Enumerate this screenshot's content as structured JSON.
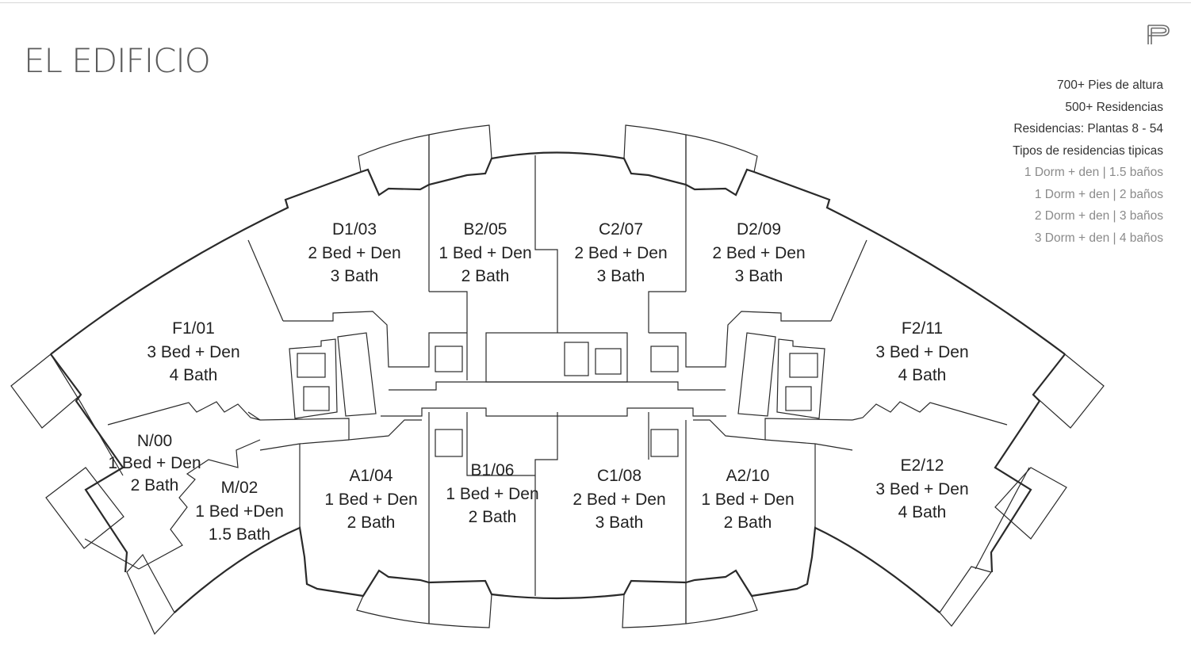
{
  "title": "EL EDIFICIO",
  "logo_icon": "p-monogram-icon",
  "building_info": {
    "stats": [
      "700+ Pies de altura",
      "500+ Residencias",
      "Residencias: Plantas 8 - 54",
      "Tipos de residencias tipicas"
    ],
    "types": [
      "1 Dorm + den | 1.5 baños",
      "1 Dorm + den | 2 baños",
      "2 Dorm + den | 3 baños",
      "3 Dorm + den | 4 baños"
    ]
  },
  "units": [
    {
      "name": "D1/03",
      "beds": "2 Bed + Den",
      "baths": "3 Bath"
    },
    {
      "name": "B2/05",
      "beds": "1 Bed + Den",
      "baths": "2 Bath"
    },
    {
      "name": "C2/07",
      "beds": "2 Bed + Den",
      "baths": "3 Bath"
    },
    {
      "name": "D2/09",
      "beds": "2 Bed + Den",
      "baths": "3 Bath"
    },
    {
      "name": "F1/01",
      "beds": "3 Bed + Den",
      "baths": "4 Bath"
    },
    {
      "name": "F2/11",
      "beds": "3 Bed + Den",
      "baths": "4 Bath"
    },
    {
      "name": "N/00",
      "beds": "1 Bed + Den",
      "baths": "2 Bath"
    },
    {
      "name": "M/02",
      "beds": "1 Bed +Den",
      "baths": "1.5 Bath"
    },
    {
      "name": "A1/04",
      "beds": "1 Bed + Den",
      "baths": "2 Bath"
    },
    {
      "name": "B1/06",
      "beds": "1 Bed + Den",
      "baths": "2 Bath"
    },
    {
      "name": "C1/08",
      "beds": "2 Bed + Den",
      "baths": "3 Bath"
    },
    {
      "name": "A2/10",
      "beds": "1 Bed + Den",
      "baths": "2 Bath"
    },
    {
      "name": "E2/12",
      "beds": "3 Bed + Den",
      "baths": "4 Bath"
    }
  ]
}
